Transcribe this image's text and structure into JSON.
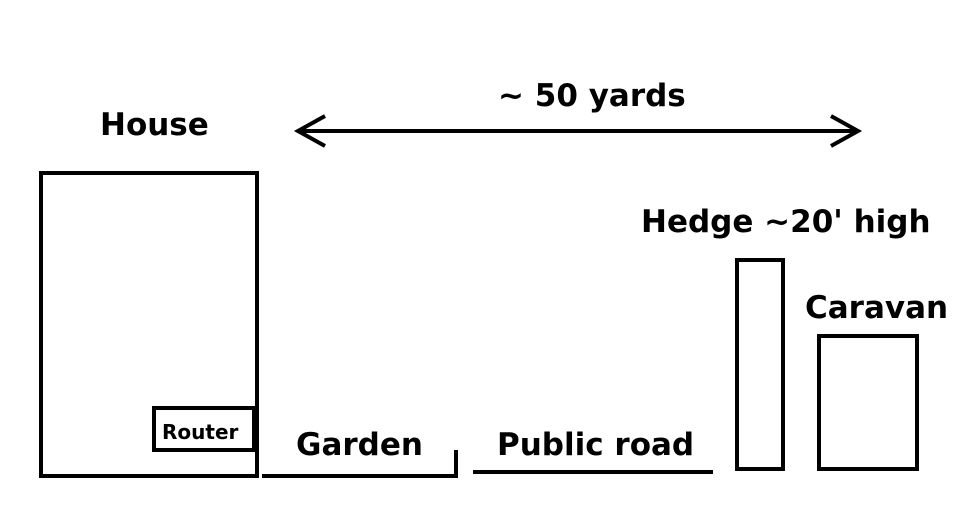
{
  "labels": {
    "house": "House",
    "distance": "~ 50 yards",
    "hedge": "Hedge ~20' high",
    "caravan": "Caravan",
    "router": "Router",
    "garden": "Garden",
    "road": "Public road"
  },
  "colors": {
    "ink": "#000000",
    "background": "#ffffff"
  }
}
